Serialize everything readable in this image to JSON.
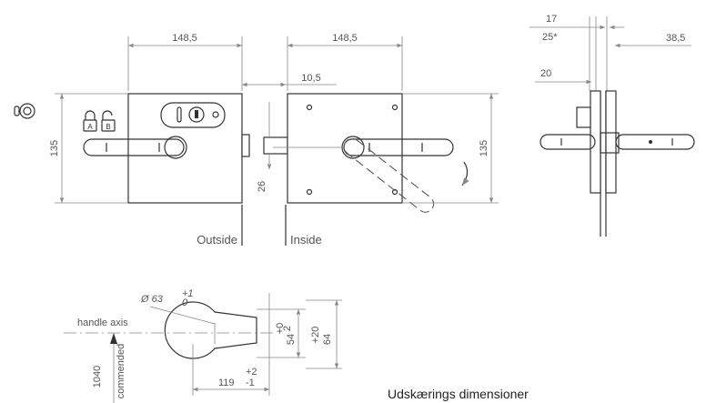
{
  "dimensions": {
    "outside_width": "148,5",
    "inside_width": "148,5",
    "offset": "10,5",
    "height_left": "135",
    "height_right": "135",
    "glass_offset": "26",
    "side_17": "17",
    "side_25": "25*",
    "side_20": "20",
    "side_38": "38,5"
  },
  "labels": {
    "outside": "Outside",
    "inside": "Inside",
    "handle_axis": "handle axis",
    "recommended": "commended",
    "height_1040": "1040"
  },
  "cutout": {
    "diameter": "Ø 63",
    "diameter_tol_top": "+1",
    "diameter_tol_bottom": "0",
    "dim_54": "54",
    "dim_54_tol_top": "+0",
    "dim_54_tol_bottom": "2",
    "dim_64": "64",
    "dim_64_tol": "+20",
    "dim_119": "119",
    "dim_119_tol_top": "+2",
    "dim_119_tol_bottom": "-1"
  },
  "caption": "Udskærings dimensioner"
}
